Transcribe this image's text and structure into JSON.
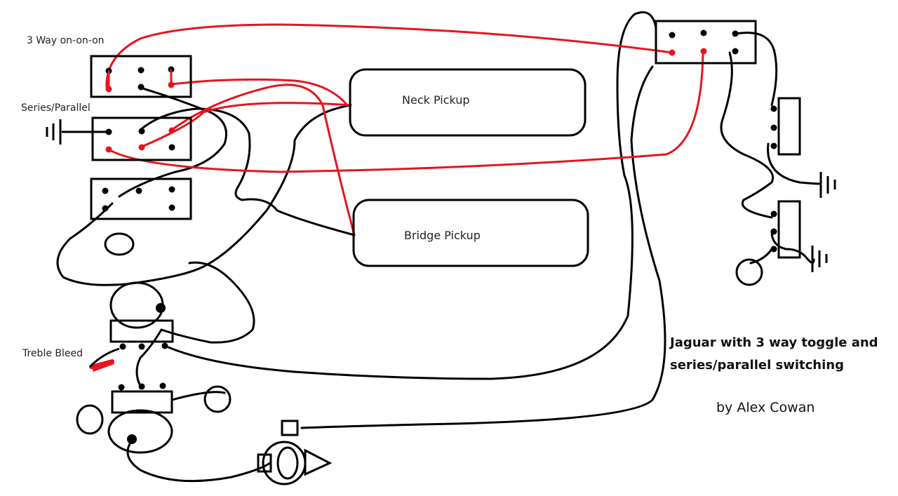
{
  "labels": {
    "three_way": "3 Way on-on-on",
    "series_parallel": "Series/Parallel",
    "treble_bleed": "Treble Bleed",
    "neck_pickup": "Neck Pickup",
    "bridge_pickup": "Bridge Pickup"
  },
  "title": {
    "line1": "Jaguar with 3 way toggle and",
    "line2": "series/parallel switching",
    "author": "by Alex Cowan"
  },
  "colors": {
    "wire_black": "#000000",
    "wire_red": "#e8141c",
    "background": "#ffffff"
  },
  "icons": [
    "ground-symbol-icon",
    "output-jack-icon",
    "treble-bleed-capacitor-icon"
  ]
}
